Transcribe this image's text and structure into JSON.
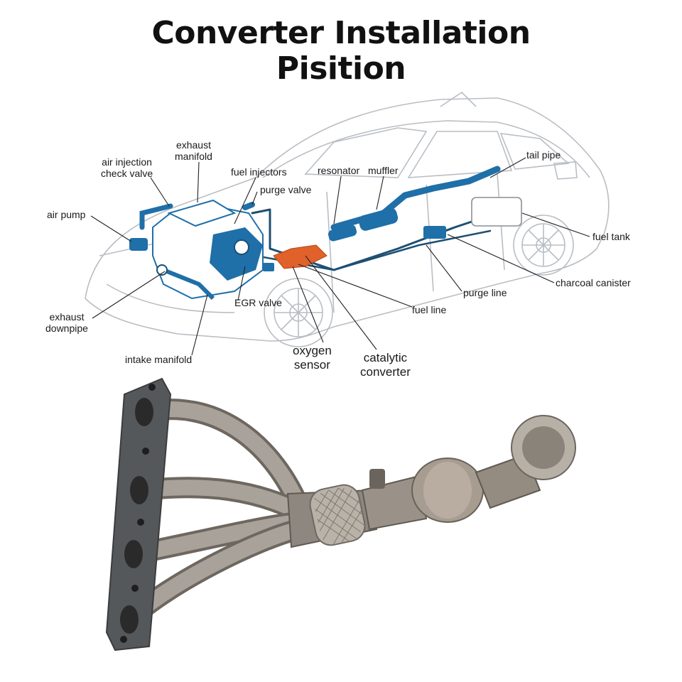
{
  "title": {
    "line1": "Converter Installation",
    "line2": "Pisition"
  },
  "labels": {
    "exhaust_manifold": [
      "exhaust",
      "manifold"
    ],
    "air_injection_check_valve": [
      "air injection",
      "check valve"
    ],
    "fuel_injectors": "fuel injectors",
    "resonator": "resonator",
    "muffler": "muffler",
    "tail_pipe": "tail pipe",
    "purge_valve": "purge valve",
    "air_pump": "air pump",
    "fuel_tank": "fuel tank",
    "charcoal_canister": "charcoal canister",
    "purge_line": "purge line",
    "egr_valve": "EGR valve",
    "fuel_line": "fuel line",
    "exhaust_downpipe": [
      "exhaust",
      "downpipe"
    ],
    "intake_manifold": "intake manifold",
    "oxygen_sensor": [
      "oxygen",
      "sensor"
    ],
    "catalytic_converter": [
      "catalytic",
      "converter"
    ]
  },
  "colors": {
    "engine_blue": "#1f6fa8",
    "converter_orange": "#e0622a",
    "car_outline": "#b9bec4",
    "metal": "#9c958d",
    "flange": "#55585b"
  }
}
